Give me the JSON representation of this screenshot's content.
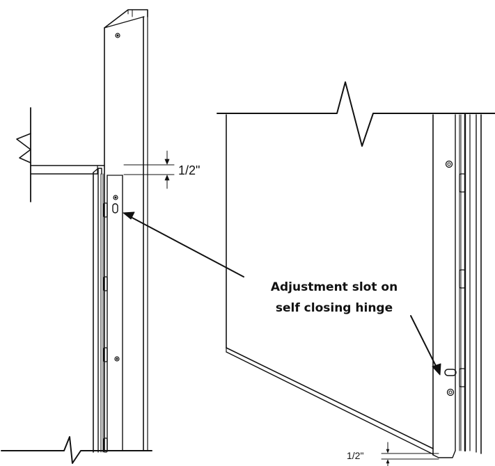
{
  "annotations": {
    "left_gap": "1/2\"",
    "right_gap": "1/2\"",
    "callout_line1": "Adjustment slot on",
    "callout_line2": "self closing hinge"
  },
  "colors": {
    "line": "#111111",
    "background": "#ffffff"
  }
}
